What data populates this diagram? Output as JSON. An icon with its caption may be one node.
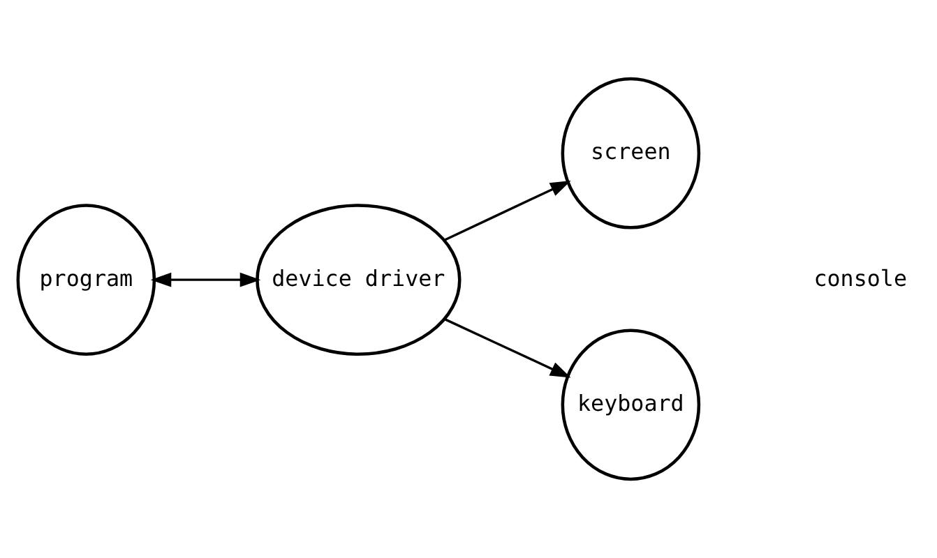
{
  "diagram": {
    "nodes": [
      {
        "text": [
          "program"
        ]
      },
      {
        "text": [
          "device driver"
        ]
      },
      {
        "text": [
          "screen"
        ]
      },
      {
        "text": [
          "keyboard"
        ]
      }
    ],
    "edges": [
      {
        "from": 0,
        "to": 1,
        "arrow": "both"
      },
      {
        "from": 1,
        "to": 2,
        "arrow": "to"
      },
      {
        "from": 1,
        "to": 3,
        "arrow": "to"
      }
    ],
    "labels": [
      "console"
    ]
  }
}
